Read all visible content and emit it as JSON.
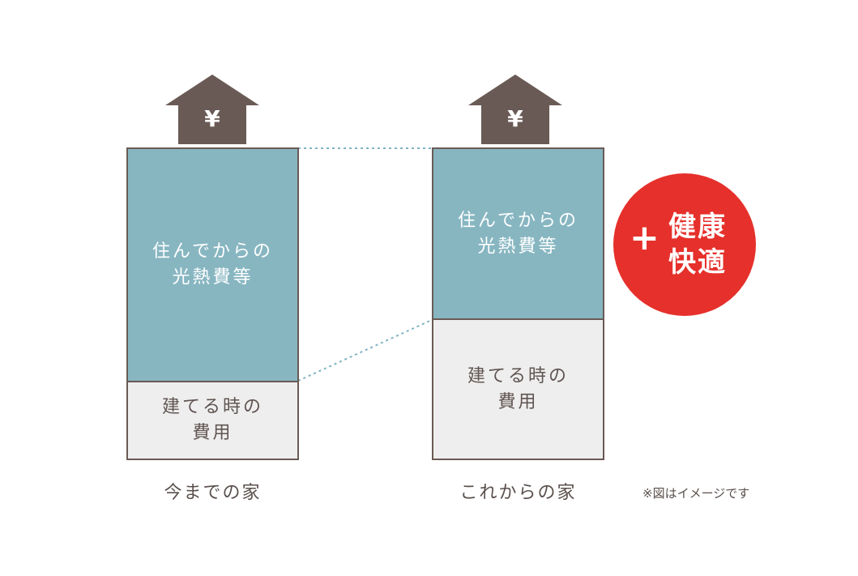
{
  "left": {
    "house_symbol": "¥",
    "running_cost": [
      "住んでからの",
      "光熱費等"
    ],
    "build_cost": [
      "建てる時の",
      "費用"
    ],
    "caption": "今までの家"
  },
  "right": {
    "house_symbol": "¥",
    "running_cost": [
      "住んでからの",
      "光熱費等"
    ],
    "build_cost": [
      "建てる時の",
      "費用"
    ],
    "caption": "これからの家"
  },
  "badge": {
    "plus": "+",
    "line1": "健康",
    "line2": "快適"
  },
  "note": "※図はイメージです",
  "colors": {
    "house": "#6a5a55",
    "running": "#87b6c1",
    "build": "#efeeee",
    "badge": "#e6302b",
    "dotted": "#7fb3c2"
  }
}
